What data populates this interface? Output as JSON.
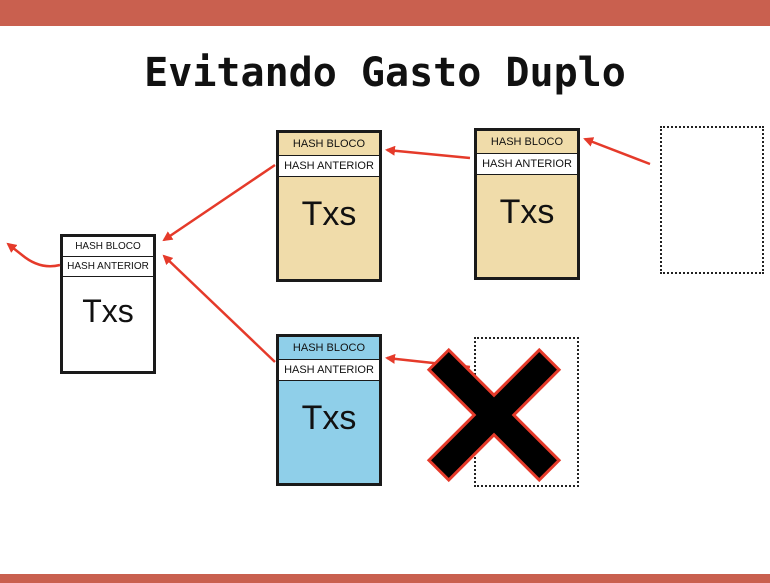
{
  "title": "Evitando Gasto Duplo",
  "colors": {
    "accent_bar": "#c9604f",
    "arrow": "#e53a2a",
    "main_chain_fill": "#f0dcaa",
    "fork_fill": "#8fcfe9",
    "genesis_fill": "#ffffff",
    "cross": "#000000",
    "cross_outline": "#e53a2a"
  },
  "blocks": [
    {
      "id": "block-left",
      "hash_bloco": "HASH BLOCO",
      "hash_anterior": "HASH ANTERIOR",
      "body": "Txs"
    },
    {
      "id": "block-top-middle",
      "hash_bloco": "HASH BLOCO",
      "hash_anterior": "HASH ANTERIOR",
      "body": "Txs"
    },
    {
      "id": "block-top-right",
      "hash_bloco": "HASH BLOCO",
      "hash_anterior": "HASH ANTERIOR",
      "body": "Txs"
    },
    {
      "id": "block-bottom-middle",
      "hash_bloco": "HASH BLOCO",
      "hash_anterior": "HASH ANTERIOR",
      "body": "Txs"
    }
  ],
  "placeholders": [
    "next-block-top",
    "rejected-block-bottom"
  ],
  "icons": [
    "arrow-icon",
    "red-x-icon"
  ]
}
